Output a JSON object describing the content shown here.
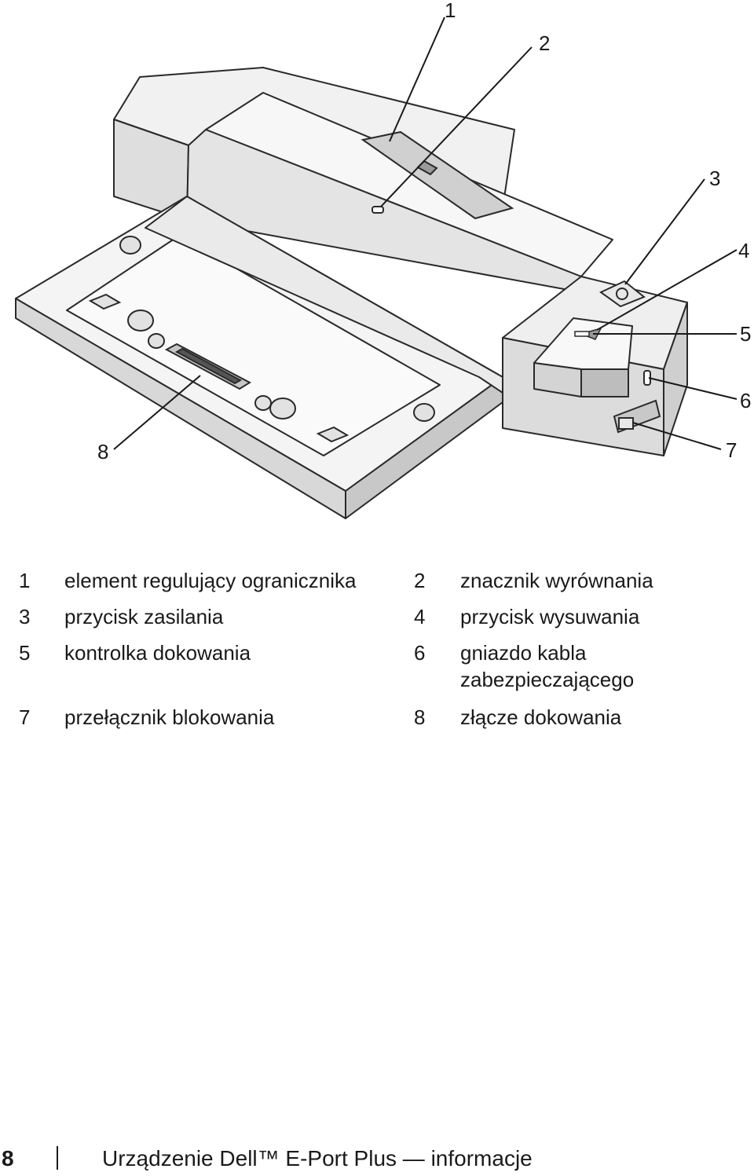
{
  "figure": {
    "callouts": [
      "1",
      "2",
      "3",
      "4",
      "5",
      "6",
      "7",
      "8"
    ]
  },
  "legend": [
    {
      "number": "1",
      "text": "element regulujący ogranicznika"
    },
    {
      "number": "2",
      "text": "znacznik wyrównania"
    },
    {
      "number": "3",
      "text": "przycisk zasilania"
    },
    {
      "number": "4",
      "text": "przycisk wysuwania"
    },
    {
      "number": "5",
      "text": "kontrolka dokowania"
    },
    {
      "number": "6",
      "text": "gniazdo kabla\nzabezpieczającego"
    },
    {
      "number": "7",
      "text": "przełącznik blokowania"
    },
    {
      "number": "8",
      "text": "złącze dokowania"
    }
  ],
  "footer": {
    "page_number": "8",
    "title": "Urządzenie Dell™ E-Port Plus — informacje"
  },
  "colors": {
    "device_light": "#f1f1f1",
    "device_mid": "#dedede",
    "device_dark": "#c4c4c4",
    "outline": "#2a2a2a"
  }
}
